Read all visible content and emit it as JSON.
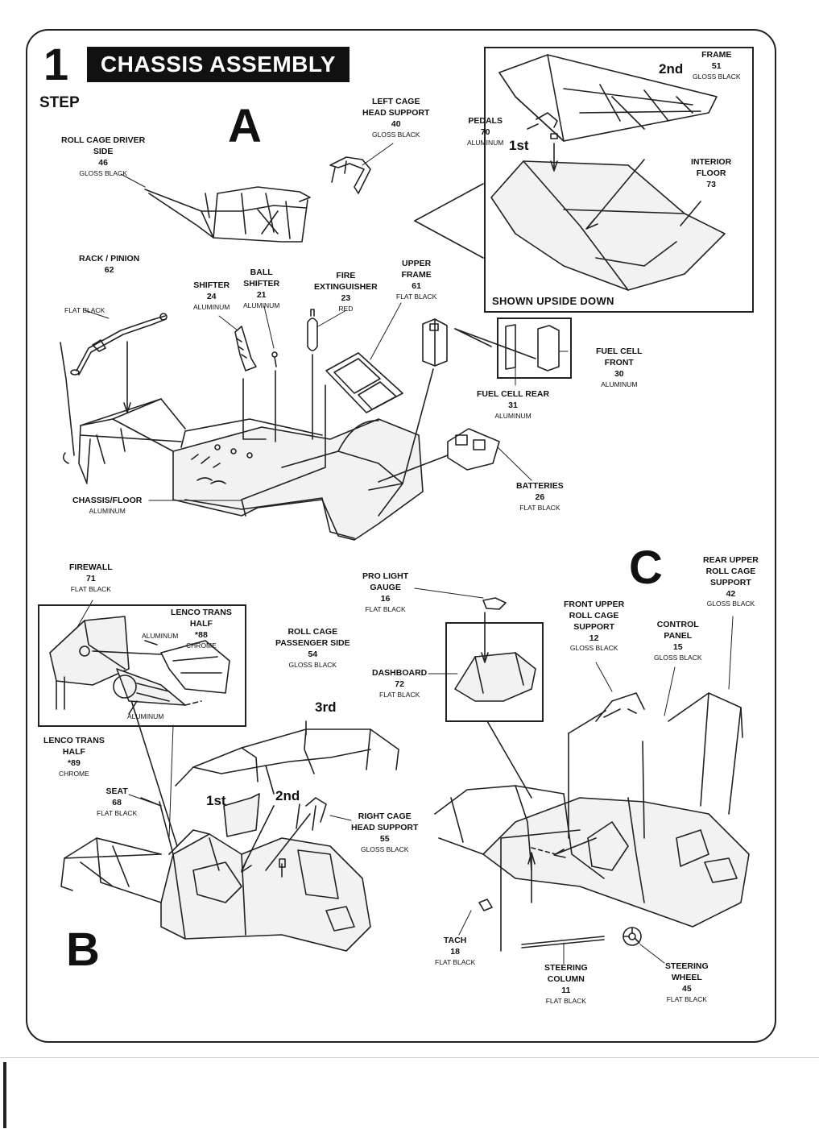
{
  "header": {
    "step_number": "1",
    "step_word": "STEP",
    "title": "CHASSIS ASSEMBLY"
  },
  "sections": {
    "a": "A",
    "b": "B",
    "c": "C"
  },
  "inset_a": {
    "note": "SHOWN UPSIDE DOWN",
    "order_1": "1st",
    "order_2": "2nd"
  },
  "inset_b": {
    "order_1": "1st",
    "order_2": "2nd",
    "order_3": "3rd"
  },
  "parts": {
    "frame": {
      "name": "FRAME",
      "number": "51",
      "finish": "GLOSS BLACK"
    },
    "pedals": {
      "name": "PEDALS",
      "number": "70",
      "finish": "ALUMINUM"
    },
    "interior_floor": {
      "name_1": "INTERIOR",
      "name_2": "FLOOR",
      "number": "73"
    },
    "left_cage_head": {
      "name_1": "LEFT CAGE",
      "name_2": "HEAD SUPPORT",
      "number": "40",
      "finish": "GLOSS BLACK"
    },
    "roll_cage_driver": {
      "name_1": "ROLL CAGE DRIVER",
      "name_2": "SIDE",
      "number": "46",
      "finish": "GLOSS BLACK"
    },
    "rack_pinion": {
      "name": "RACK / PINION",
      "number": "62",
      "finish": "FLAT BLACK"
    },
    "shifter": {
      "name": "SHIFTER",
      "number": "24",
      "finish": "ALUMINUM"
    },
    "ball_shifter": {
      "name_1": "BALL",
      "name_2": "SHIFTER",
      "number": "21",
      "finish": "ALUMINUM"
    },
    "fire_ext": {
      "name_1": "FIRE",
      "name_2": "EXTINGUISHER",
      "number": "23",
      "finish": "RED"
    },
    "upper_frame": {
      "name_1": "UPPER",
      "name_2": "FRAME",
      "number": "61",
      "finish": "FLAT BLACK"
    },
    "fuel_cell_front": {
      "name_1": "FUEL CELL",
      "name_2": "FRONT",
      "number": "30",
      "finish": "ALUMINUM"
    },
    "fuel_cell_rear": {
      "name": "FUEL CELL REAR",
      "number": "31",
      "finish": "ALUMINUM"
    },
    "batteries": {
      "name": "BATTERIES",
      "number": "26",
      "finish": "FLAT BLACK"
    },
    "chassis_floor": {
      "name": "CHASSIS/FLOOR",
      "finish": "ALUMINUM"
    },
    "firewall": {
      "name": "FIREWALL",
      "number": "71",
      "finish": "FLAT BLACK"
    },
    "lenco_88": {
      "name_1": "LENCO TRANS",
      "name_2": "HALF",
      "number": "*88",
      "finish": "CHROME",
      "finish_alt": "ALUMINUM"
    },
    "lenco_inset_alu": {
      "finish": "ALUMINUM"
    },
    "lenco_89": {
      "name_1": "LENCO TRANS",
      "name_2": "HALF",
      "number": "*89",
      "finish": "CHROME"
    },
    "roll_cage_pass": {
      "name_1": "ROLL CAGE",
      "name_2": "PASSENGER SIDE",
      "number": "54",
      "finish": "GLOSS BLACK"
    },
    "pro_light": {
      "name_1": "PRO LIGHT",
      "name_2": "GAUGE",
      "number": "16",
      "finish": "FLAT BLACK"
    },
    "dashboard": {
      "name": "DASHBOARD",
      "number": "72",
      "finish": "FLAT BLACK"
    },
    "seat": {
      "name": "SEAT",
      "number": "68",
      "finish": "FLAT BLACK"
    },
    "right_cage_head": {
      "name_1": "RIGHT CAGE",
      "name_2": "HEAD SUPPORT",
      "number": "55",
      "finish": "GLOSS BLACK"
    },
    "front_upper_cage": {
      "name_1": "FRONT UPPER",
      "name_2": "ROLL CAGE",
      "name_3": "SUPPORT",
      "number": "12",
      "finish": "GLOSS BLACK"
    },
    "control_panel": {
      "name_1": "CONTROL",
      "name_2": "PANEL",
      "number": "15",
      "finish": "GLOSS BLACK"
    },
    "rear_upper_cage": {
      "name_1": "REAR UPPER",
      "name_2": "ROLL CAGE",
      "name_3": "SUPPORT",
      "number": "42",
      "finish": "GLOSS BLACK"
    },
    "tach": {
      "name": "TACH",
      "number": "18",
      "finish": "FLAT BLACK"
    },
    "steering_column": {
      "name_1": "STEERING",
      "name_2": "COLUMN",
      "number": "11",
      "finish": "FLAT BLACK"
    },
    "steering_wheel": {
      "name_1": "STEERING",
      "name_2": "WHEEL",
      "number": "45",
      "finish": "FLAT BLACK"
    }
  }
}
